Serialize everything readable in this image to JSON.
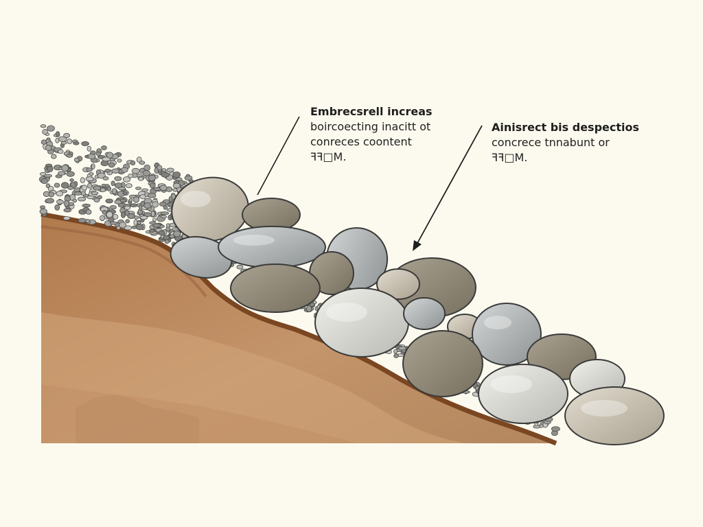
{
  "callouts": [
    {
      "lines": [
        "Embrecsrell increas",
        "boircoecting inacitt ot",
        "conreces coontent",
        "ꟻꟻ□M."
      ]
    },
    {
      "lines": [
        "Ainisrect bis despectios",
        "concrece tnnabunt or",
        "ꟻꟻ□M."
      ]
    }
  ],
  "colors": {
    "background": "#fcfaee",
    "soil_dark": "#8a5a33",
    "soil_mid": "#b5855a",
    "soil_light": "#cfa273",
    "gravel": "#8c8c88",
    "rock_warm": "#c9c0ad",
    "rock_cool": "#a9adad",
    "outline": "#3a3a3a"
  }
}
